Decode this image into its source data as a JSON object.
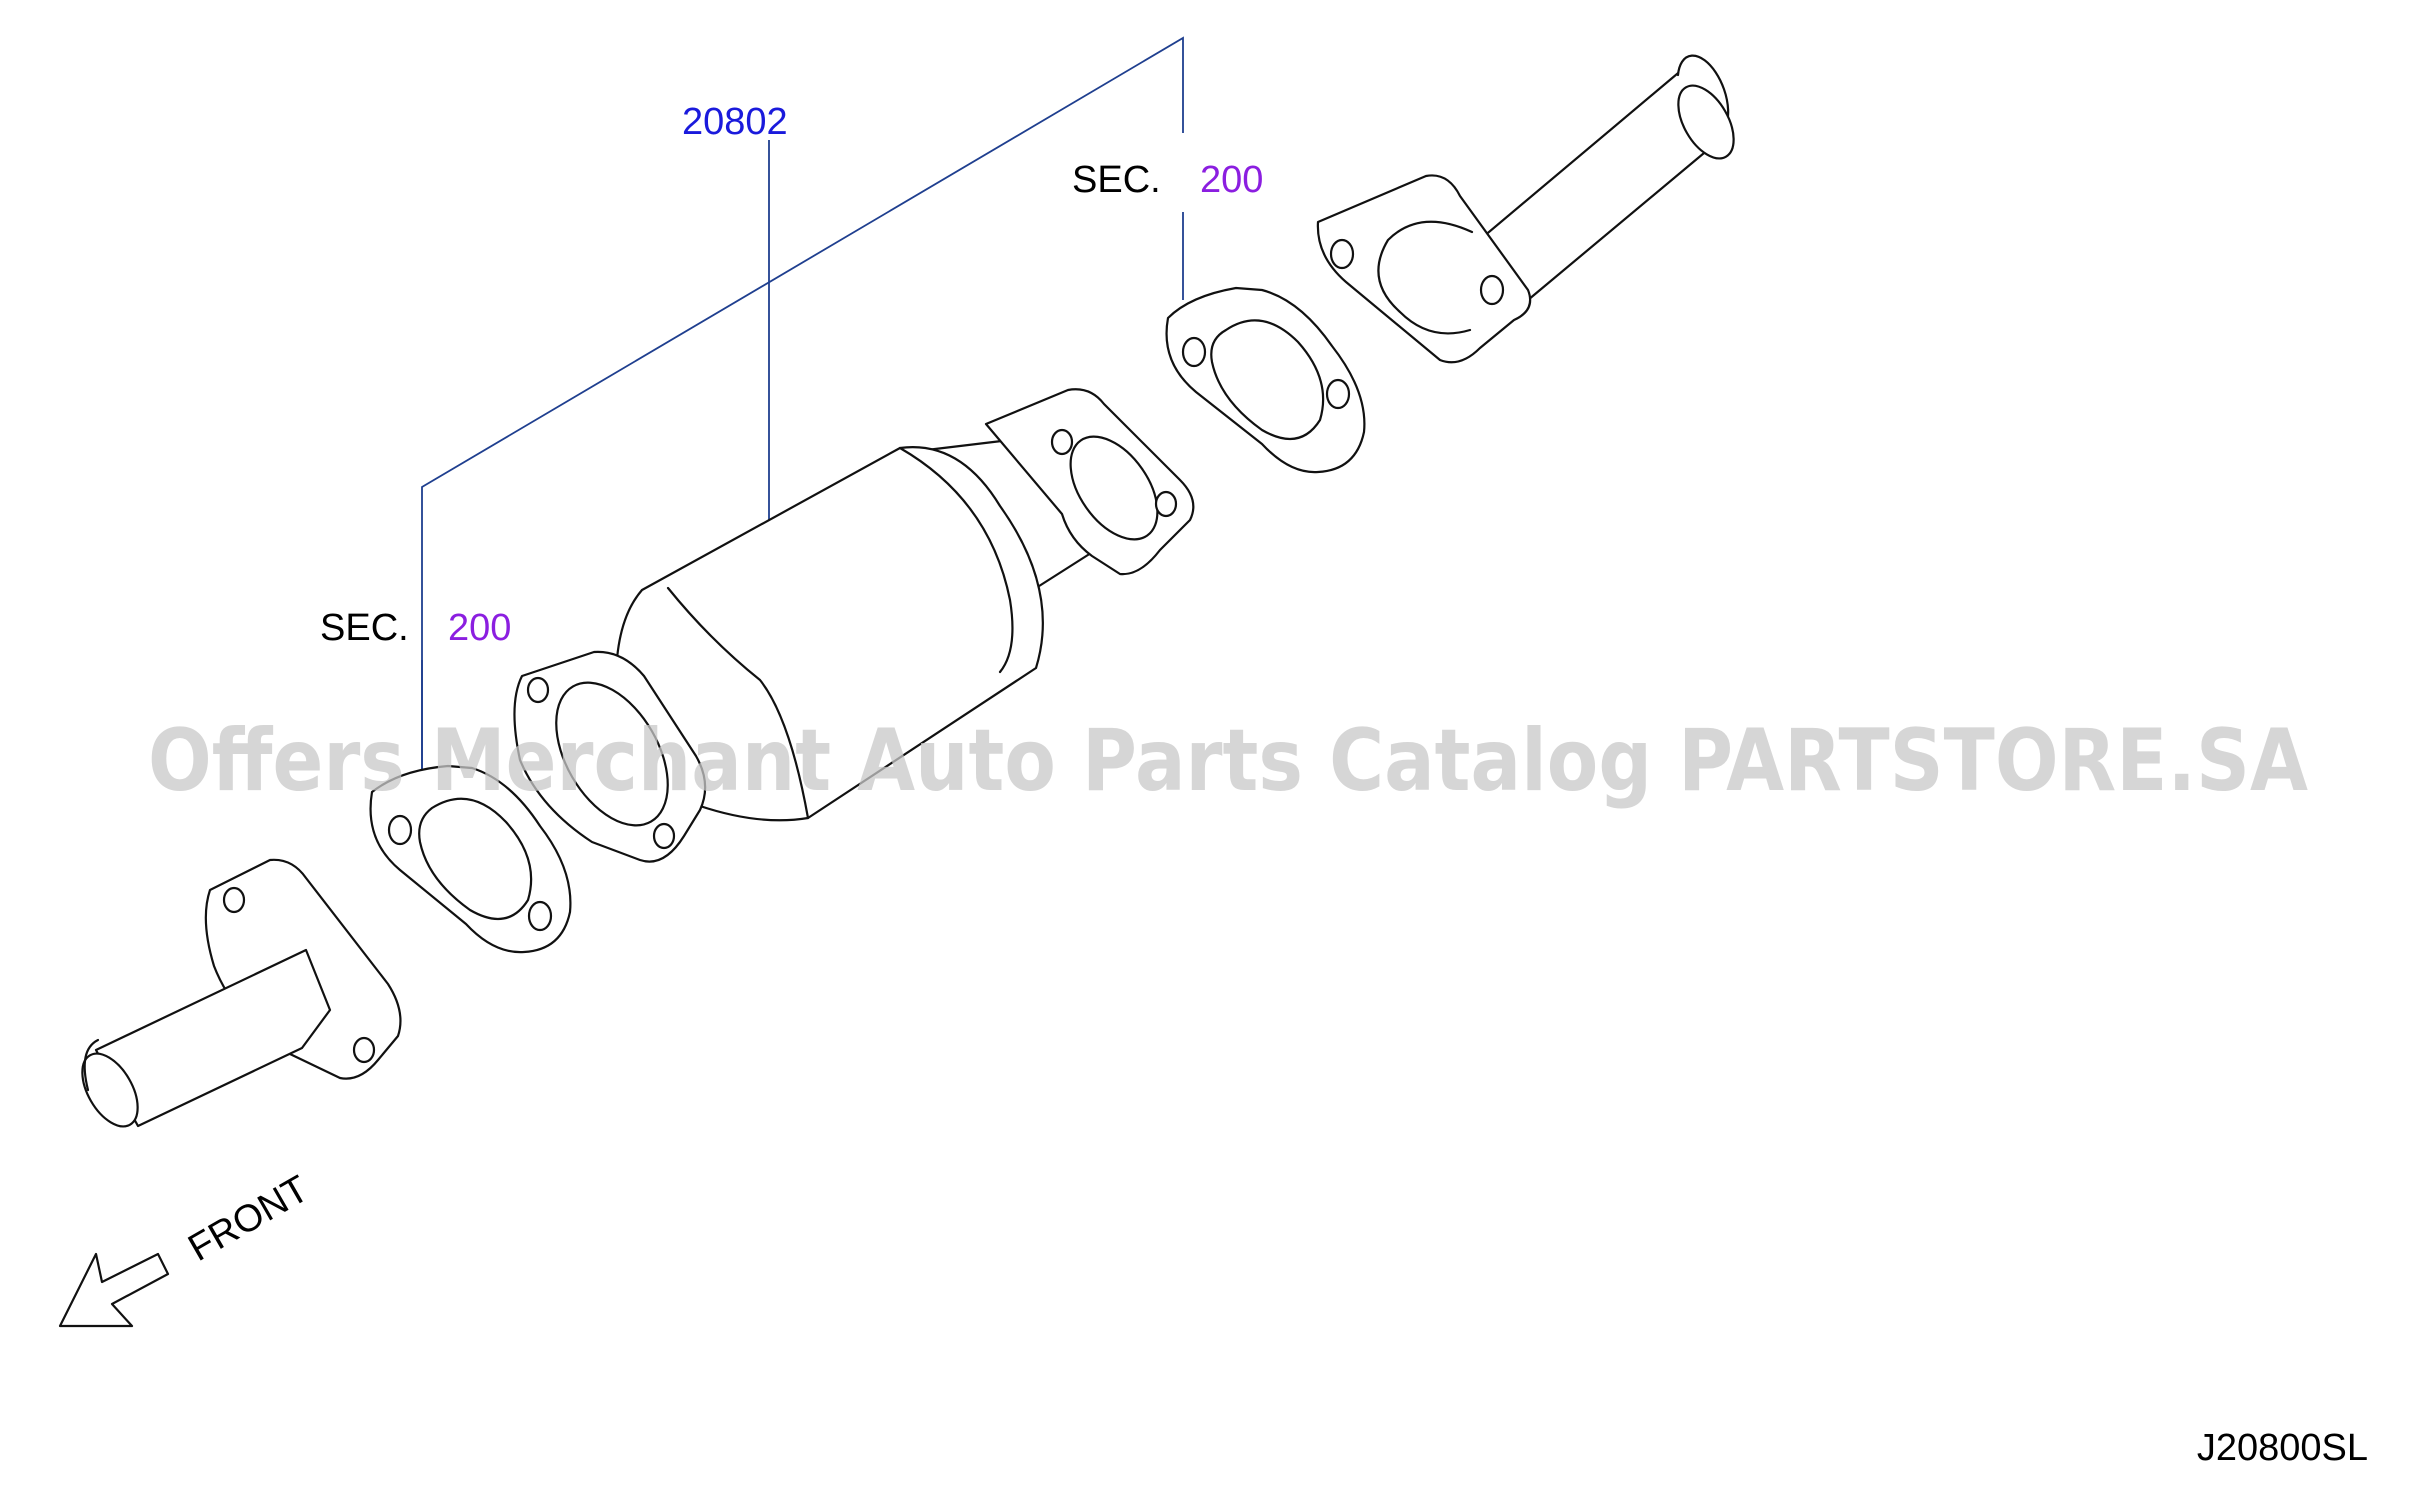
{
  "callouts": {
    "part_number": "20802",
    "sec_upper_prefix": "SEC.",
    "sec_upper_number": "200",
    "sec_lower_prefix": "SEC.",
    "sec_lower_number": "200"
  },
  "direction_label": "FRONT",
  "diagram_code": "J20800SL",
  "watermark": "Offers Merchant Auto Parts Catalog PARTSTORE.SA",
  "colors": {
    "part_number": "#1a1adc",
    "sec_number": "#8b1ee0",
    "leader_line": "#1f3f8f",
    "text": "#000000",
    "watermark": "#c8c8c8"
  }
}
